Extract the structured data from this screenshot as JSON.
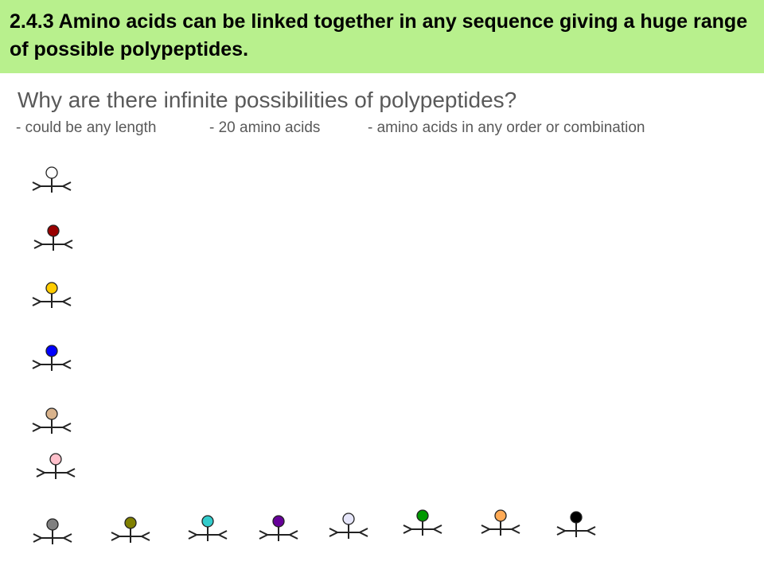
{
  "header": {
    "title": "2.4.3 Amino acids can be linked together in any sequence giving a huge range of possible polypeptides.",
    "background": "#b8f08d"
  },
  "question": "Why are there infinite possibilities of polypeptides?",
  "points": [
    "- could be any length",
    "- 20 amino acids",
    "- amino acids in any order or combination"
  ],
  "amino_acids": [
    {
      "color": "#ffffff"
    },
    {
      "color": "#990000"
    },
    {
      "color": "#ffcc00"
    },
    {
      "color": "#0000ff"
    },
    {
      "color": "#d9b38c"
    },
    {
      "color": "#ffc0cb"
    },
    {
      "color": "#808080"
    },
    {
      "color": "#808000"
    },
    {
      "color": "#33cccc"
    },
    {
      "color": "#660099"
    },
    {
      "color": "#e6e6fa"
    },
    {
      "color": "#009900"
    },
    {
      "color": "#ffaa55"
    },
    {
      "color": "#000000"
    }
  ]
}
